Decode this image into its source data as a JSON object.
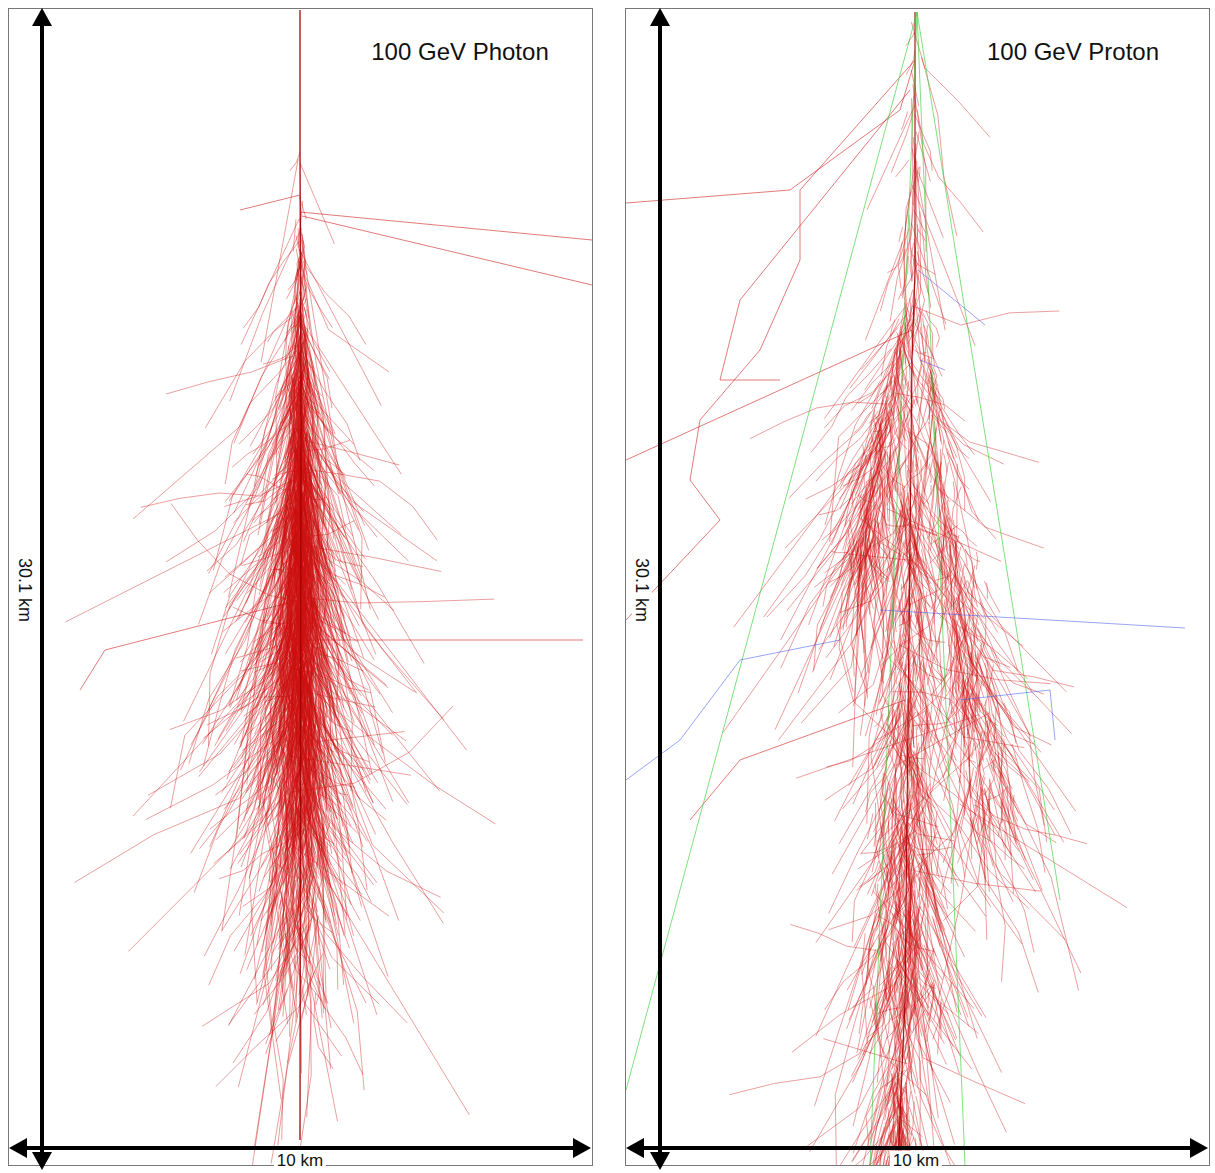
{
  "diagram": {
    "labels": [
      "100 GeV Photon",
      "30.1 km",
      "10 km",
      "100 GeV Proton",
      "30.1 km",
      "10 km"
    ]
  }
}
